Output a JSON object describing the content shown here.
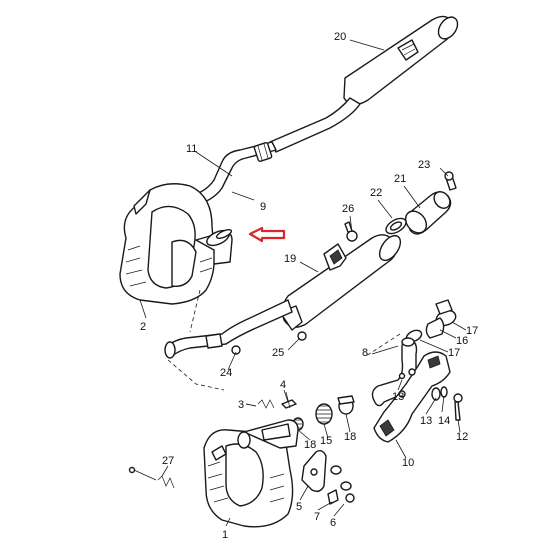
{
  "accent_arrow_color": "#d9262c",
  "callouts": [
    {
      "id": "20",
      "label": "20"
    },
    {
      "id": "11",
      "label": "11"
    },
    {
      "id": "9",
      "label": "9"
    },
    {
      "id": "23",
      "label": "23"
    },
    {
      "id": "21",
      "label": "21"
    },
    {
      "id": "22",
      "label": "22"
    },
    {
      "id": "26",
      "label": "26"
    },
    {
      "id": "19",
      "label": "19"
    },
    {
      "id": "2",
      "label": "2"
    },
    {
      "id": "17a",
      "label": "17"
    },
    {
      "id": "16",
      "label": "16"
    },
    {
      "id": "17b",
      "label": "17"
    },
    {
      "id": "25",
      "label": "25"
    },
    {
      "id": "24",
      "label": "24"
    },
    {
      "id": "8",
      "label": "8"
    },
    {
      "id": "3",
      "label": "3"
    },
    {
      "id": "4",
      "label": "4"
    },
    {
      "id": "13a",
      "label": "13"
    },
    {
      "id": "13b",
      "label": "13"
    },
    {
      "id": "14",
      "label": "14"
    },
    {
      "id": "12",
      "label": "12"
    },
    {
      "id": "15",
      "label": "15"
    },
    {
      "id": "18a",
      "label": "18"
    },
    {
      "id": "18b",
      "label": "18"
    },
    {
      "id": "10",
      "label": "10"
    },
    {
      "id": "27",
      "label": "27"
    },
    {
      "id": "1",
      "label": "1"
    },
    {
      "id": "5",
      "label": "5"
    },
    {
      "id": "7",
      "label": "7"
    },
    {
      "id": "6",
      "label": "6"
    }
  ]
}
